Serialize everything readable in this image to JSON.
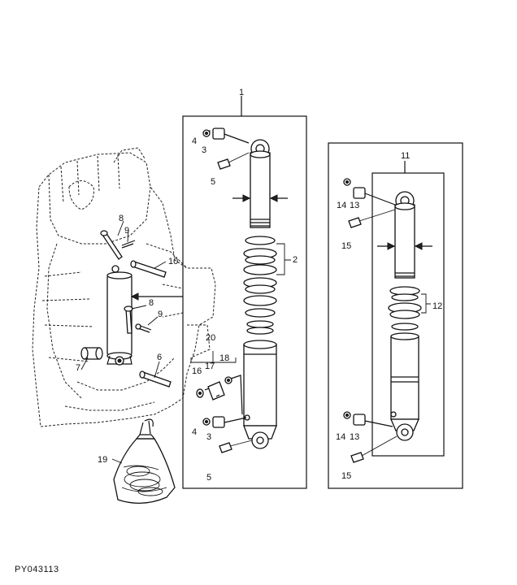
{
  "reference": "PY043113",
  "callouts": {
    "c1": "1",
    "c2": "2",
    "c3a": "3",
    "c3b": "3",
    "c4a": "4",
    "c4b": "4",
    "c5a": "5",
    "c5b": "5",
    "c6": "6",
    "c7": "7",
    "c8a": "8",
    "c8b": "8",
    "c9a": "9",
    "c9b": "9",
    "c10": "10",
    "c11": "11",
    "c12": "12",
    "c13a": "13",
    "c13b": "13",
    "c14a": "14",
    "c14b": "14",
    "c15a": "15",
    "c15b": "15",
    "c16": "16",
    "c17": "17",
    "c18": "18",
    "c19": "19",
    "c20": "20"
  }
}
